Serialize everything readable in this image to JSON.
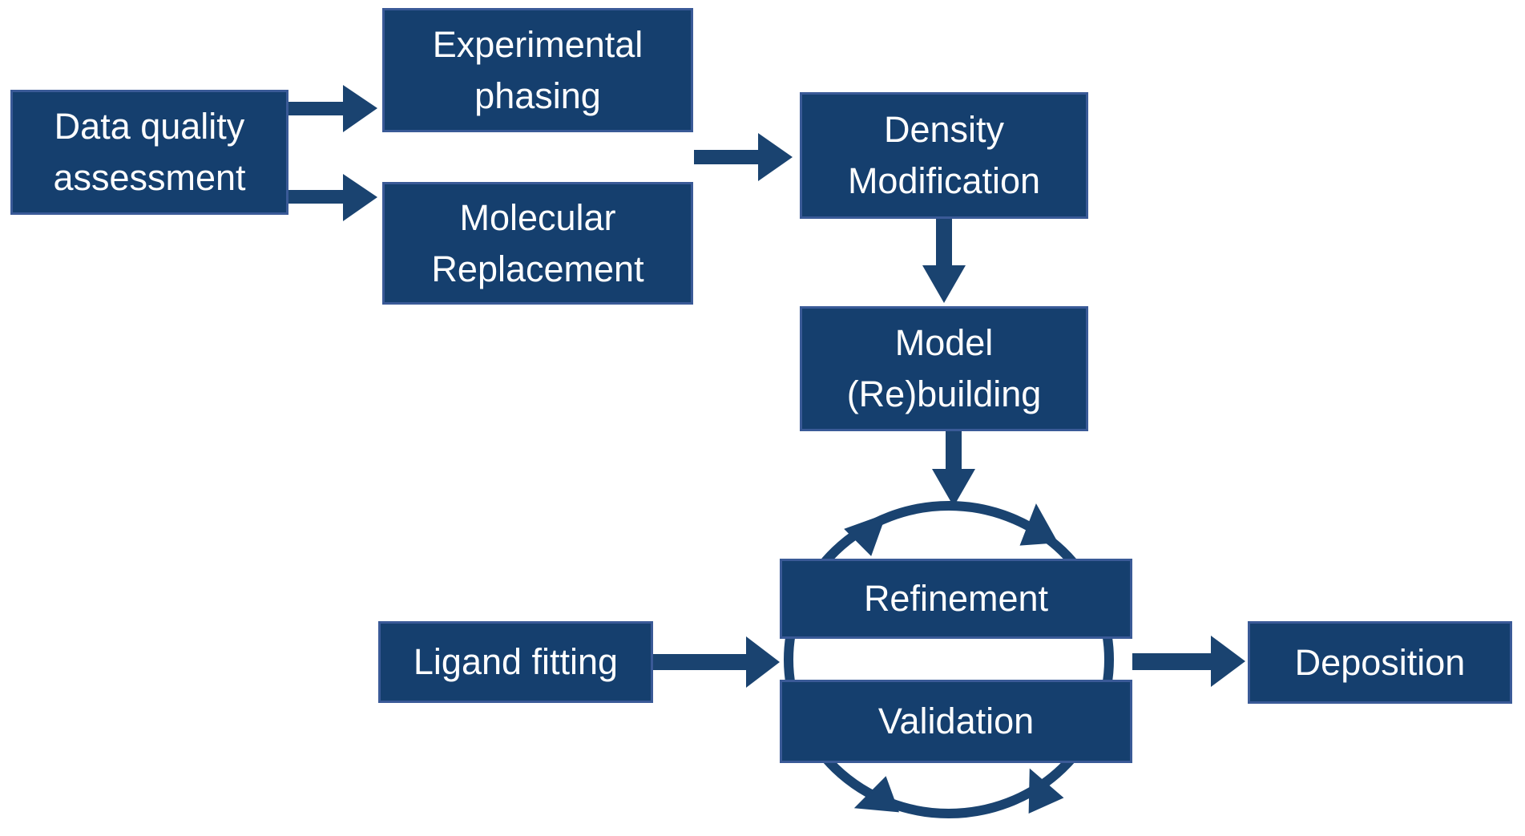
{
  "diagram": {
    "description": "Crystallography structure-solution workflow flowchart",
    "nodes": [
      {
        "id": "data-quality-assessment",
        "lines": [
          "Data quality",
          "assessment"
        ]
      },
      {
        "id": "experimental-phasing",
        "lines": [
          "Experimental",
          "phasing"
        ]
      },
      {
        "id": "molecular-replacement",
        "lines": [
          "Molecular",
          "Replacement"
        ]
      },
      {
        "id": "density-modification",
        "lines": [
          "Density",
          "Modification"
        ]
      },
      {
        "id": "model-rebuilding",
        "lines": [
          "Model",
          "(Re)building"
        ]
      },
      {
        "id": "refinement",
        "lines": [
          "Refinement"
        ]
      },
      {
        "id": "validation",
        "lines": [
          "Validation"
        ]
      },
      {
        "id": "ligand-fitting",
        "lines": [
          "Ligand fitting"
        ]
      },
      {
        "id": "deposition",
        "lines": [
          "Deposition"
        ]
      }
    ],
    "edges": [
      {
        "from": "data-quality-assessment",
        "to": "experimental-phasing"
      },
      {
        "from": "data-quality-assessment",
        "to": "molecular-replacement"
      },
      {
        "from": "experimental-phasing / molecular-replacement",
        "to": "density-modification"
      },
      {
        "from": "density-modification",
        "to": "model-rebuilding"
      },
      {
        "from": "model-rebuilding",
        "to": "refinement-validation-cycle"
      },
      {
        "from": "ligand-fitting",
        "to": "refinement-validation-cycle"
      },
      {
        "from": "refinement-validation-cycle",
        "to": "deposition"
      },
      {
        "from": "refinement",
        "to": "validation",
        "type": "cycle-loop"
      }
    ],
    "colors": {
      "box_fill": "#153F6E",
      "box_border": "#3A5A97",
      "arrow": "#1A4370",
      "text": "#FFFFFF",
      "background": "#FFFFFF"
    }
  }
}
